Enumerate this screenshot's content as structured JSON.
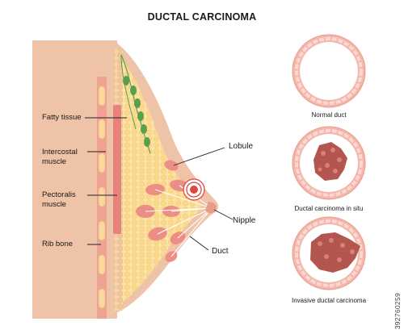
{
  "title": "DUCTAL CARCINOMA",
  "labels": {
    "fatty_tissue": "Fatty tissue",
    "intercostal_1": "Intercostal",
    "intercostal_2": "muscle",
    "pectoralis_1": "Pectoralis",
    "pectoralis_2": "muscle",
    "rib_bone": "Rib bone",
    "lobule": "Lobule",
    "nipple": "Nipple",
    "duct": "Duct"
  },
  "ducts": [
    {
      "caption": "Normal duct"
    },
    {
      "caption": "Ductal carcinoma in situ"
    },
    {
      "caption": "Invasive ductal carcinoma"
    }
  ],
  "stock_id": "392760259",
  "colors": {
    "skin": "#efc3a8",
    "fat": "#fcdf98",
    "muscle": "#e8837b",
    "rib": "#f9d89e",
    "lobule": "#ec8e86",
    "lymph": "#5aa04c",
    "tumor": "#c0392b",
    "cell_ring": "#f4b6ab",
    "cancer_cells": "#b3564f"
  }
}
